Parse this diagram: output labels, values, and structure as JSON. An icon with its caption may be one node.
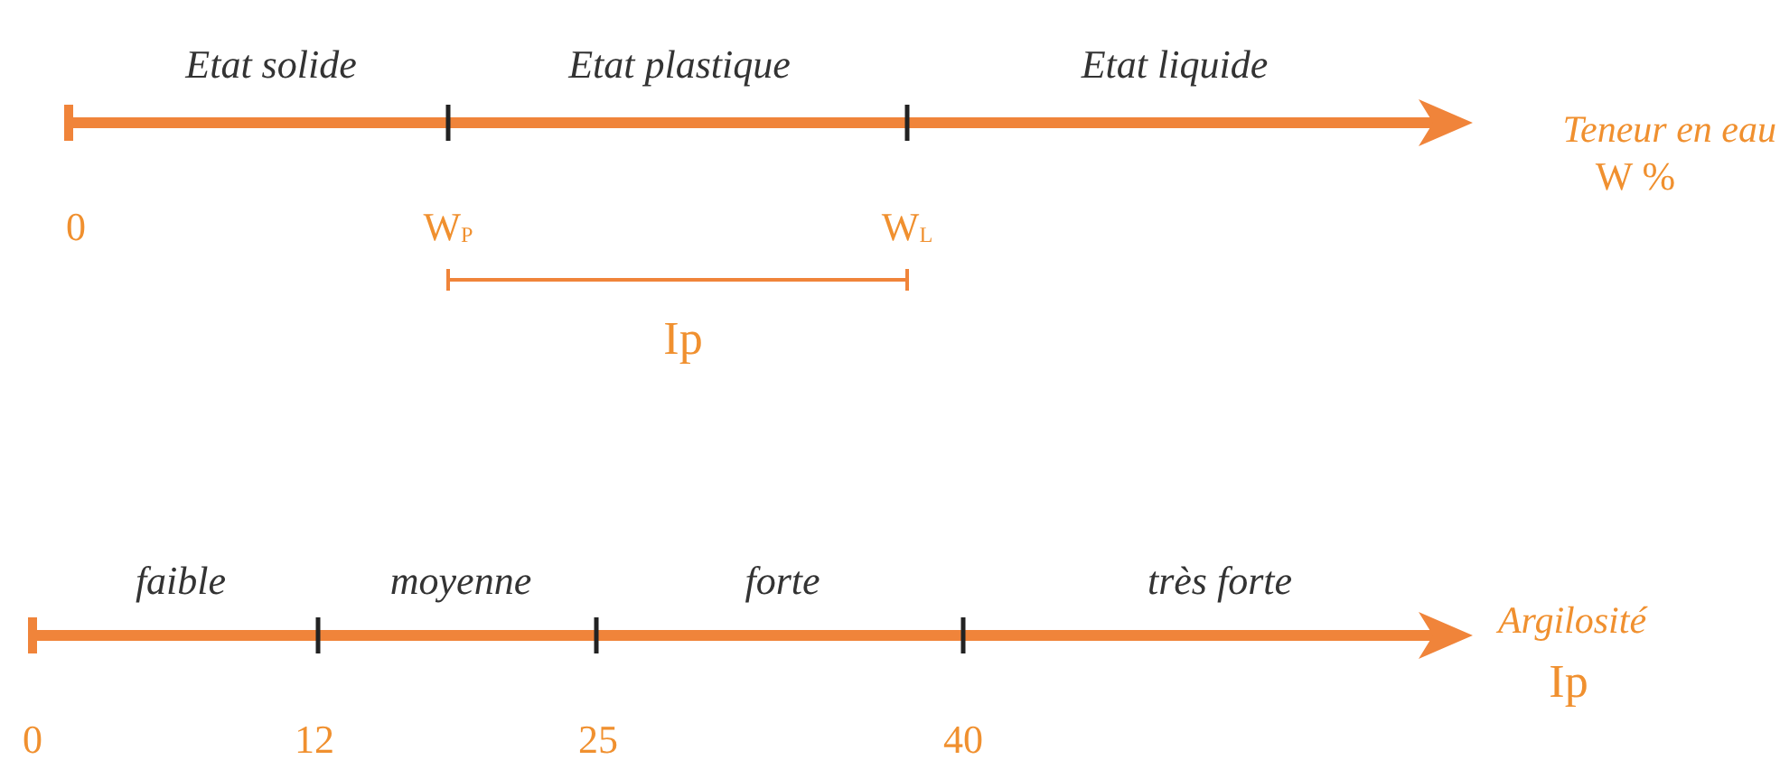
{
  "diagram": {
    "labels": [
      "Etat solide",
      "Etat plastique",
      "Etat liquide",
      "Teneur en eau",
      "W %",
      "0",
      "W$_{P}$",
      "W$_{L}$",
      "Ip",
      "faible",
      "moyenne",
      "forte",
      "très forte",
      "Argilosité",
      "Ip",
      "0",
      "12",
      "25",
      "40"
    ]
  }
}
